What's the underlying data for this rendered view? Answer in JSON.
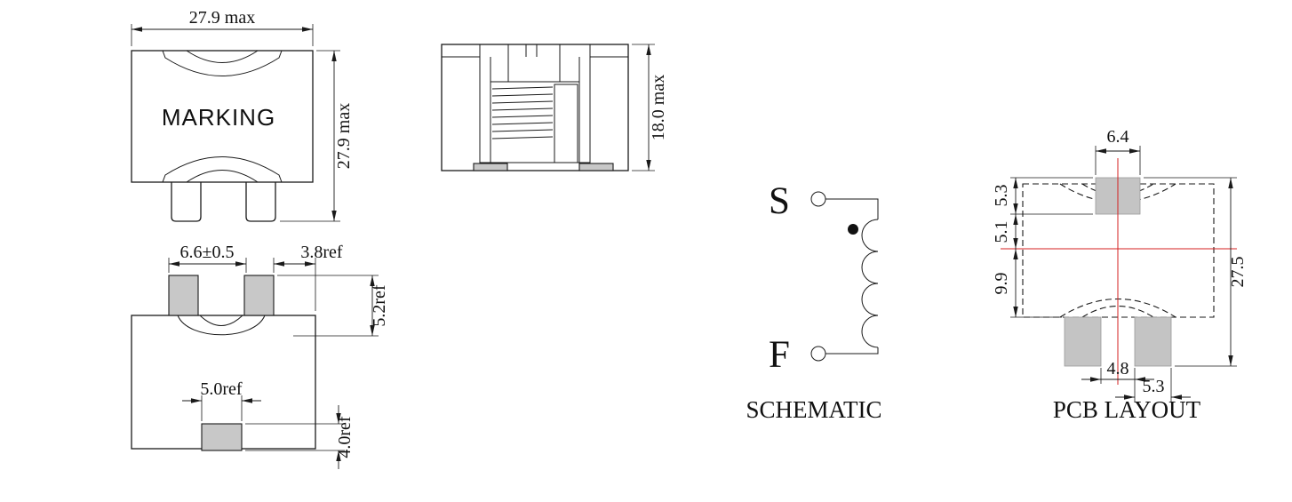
{
  "drawing": {
    "front_view": {
      "marking_label": "MARKING",
      "width_dim": "27.9 max",
      "height_dim": "27.9 max"
    },
    "side_view": {
      "height_dim": "18.0 max"
    },
    "bottom_view": {
      "pad_spacing_dim": "6.6±0.5",
      "pad_offset_dim": "3.8ref",
      "pad_depth_dim": "5.2ref",
      "center_pad_width_dim": "5.0ref",
      "center_pad_height_dim": "4.0ref"
    },
    "schematic": {
      "title": "SCHEMATIC",
      "start_terminal": "S",
      "finish_terminal": "F"
    },
    "pcb_layout": {
      "title": "PCB LAYOUT",
      "top_pad_width_dim": "6.4",
      "top_pad_height_dim": "5.3",
      "pad_to_centerline_dim": "5.1",
      "centerline_to_pad_dim": "9.9",
      "overall_height_dim": "27.5",
      "pad_gap_dim": "4.8",
      "bottom_pad_width_dim": "5.3"
    }
  },
  "colors": {
    "line": "#1a1a1a",
    "pad_fill": "#c8c8c8",
    "centerline_red": "#d42020"
  }
}
